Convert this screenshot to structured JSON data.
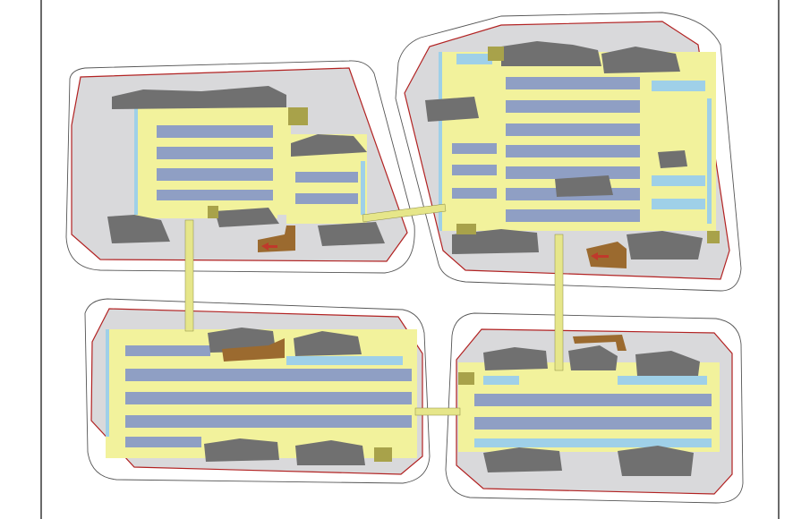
{
  "drawing": {
    "palette": {
      "background": "#ffffff",
      "border": "#1a1a1a",
      "site_fill": "#d9d9db",
      "site_boundary": "#b22222",
      "outer_boundary": "#444444",
      "driveway": "#f2f29c",
      "parking_stall": "#8f9fc4",
      "parking_edge": "#9fd0e8",
      "building": "#707070",
      "ramp": "#9b6a2f",
      "equipment_room": "#a8a24a",
      "corridor": "#e6e68a"
    },
    "legend_icons": [
      "building-block",
      "parking-stall",
      "ramp",
      "equipment-room",
      "corridor",
      "entry-arrow-icon"
    ]
  }
}
